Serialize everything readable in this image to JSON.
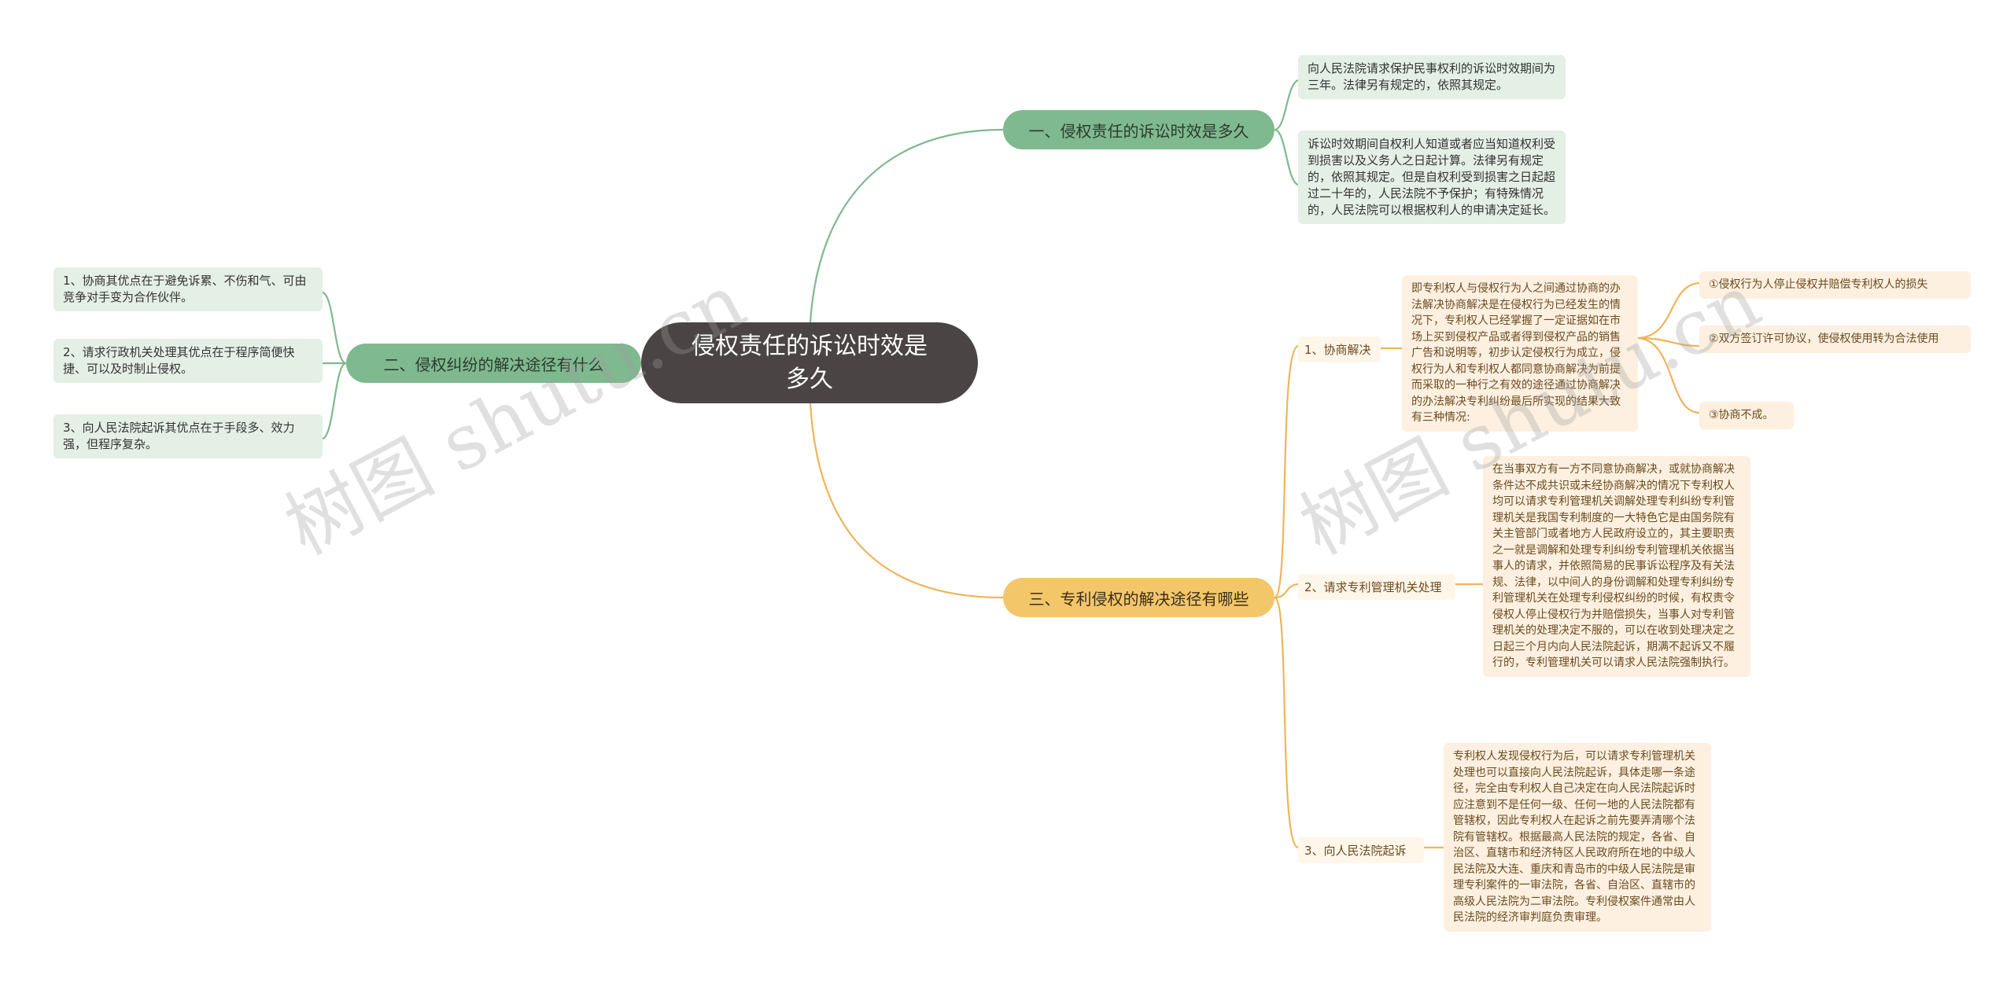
{
  "root": {
    "title": "侵权责任的诉讼时效是多久"
  },
  "branch1": {
    "label": "一、侵权责任的诉讼时效是多久",
    "leaves": [
      "向人民法院请求保护民事权利的诉讼时效期间为三年。法律另有规定的，依照其规定。",
      "诉讼时效期间自权利人知道或者应当知道权利受到损害以及义务人之日起计算。法律另有规定的，依照其规定。但是自权利受到损害之日起超过二十年的，人民法院不予保护；有特殊情况的，人民法院可以根据权利人的申请决定延长。"
    ]
  },
  "branch2": {
    "label": "二、侵权纠纷的解决途径有什么",
    "leaves": [
      "1、协商其优点在于避免诉累、不伤和气、可由竞争对手变为合作伙伴。",
      "2、请求行政机关处理其优点在于程序简便快捷、可以及时制止侵权。",
      "3、向人民法院起诉其优点在于手段多、效力强，但程序复杂。"
    ]
  },
  "branch3": {
    "label": "三、专利侵权的解决途径有哪些",
    "subs": [
      {
        "label": "1、协商解决",
        "text": "即专利权人与侵权行为人之间通过协商的办法解决协商解决是在侵权行为已经发生的情况下，专利权人已经掌握了一定证据如在市场上买到侵权产品或者得到侵权产品的销售广告和说明等，初步认定侵权行为成立，侵权行为人和专利权人都同意协商解决为前提而采取的一种行之有效的途径通过协商解决的办法解决专利纠纷最后所实现的结果大致有三种情况:",
        "results": [
          "①侵权行为人停止侵权并赔偿专利权人的损失",
          "②双方签订许可协议，使侵权使用转为合法使用",
          "③协商不成。"
        ]
      },
      {
        "label": "2、请求专利管理机关处理",
        "text": "在当事双方有一方不同意协商解决，或就协商解决条件达不成共识或未经协商解决的情况下专利权人均可以请求专利管理机关调解处理专利纠纷专利管理机关是我国专利制度的一大特色它是由国务院有关主管部门或者地方人民政府设立的，其主要职责之一就是调解和处理专利纠纷专利管理机关依据当事人的请求，并依照简易的民事诉讼程序及有关法规、法律，以中间人的身份调解和处理专利纠纷专利管理机关在处理专利侵权纠纷的时候，有权责令侵权人停止侵权行为并赔偿损失，当事人对专利管理机关的处理决定不服的，可以在收到处理决定之日起三个月内向人民法院起诉，期满不起诉又不履行的，专利管理机关可以请求人民法院强制执行。"
      },
      {
        "label": "3、向人民法院起诉",
        "text": "专利权人发现侵权行为后，可以请求专利管理机关处理也可以直接向人民法院起诉，具体走哪一条途径，完全由专利权人自己决定在向人民法院起诉时应注意到不是任何一级、任何一地的人民法院都有管辖权，因此专利权人在起诉之前先要弄清哪个法院有管辖权。根据最高人民法院的规定，各省、自治区、直辖市和经济特区人民政府所在地的中级人民法院及大连、重庆和青岛市的中级人民法院是审理专利案件的一审法院，各省、自治区、直辖市的高级人民法院为二审法院。专利侵权案件通常由人民法院的经济审判庭负责审理。"
      }
    ]
  },
  "watermarks": [
    "树图 shutu.cn",
    "树图 shutu.cn"
  ],
  "colors": {
    "green": "#7fb98f",
    "orange": "#f4c66a",
    "root": "#4a4444"
  }
}
